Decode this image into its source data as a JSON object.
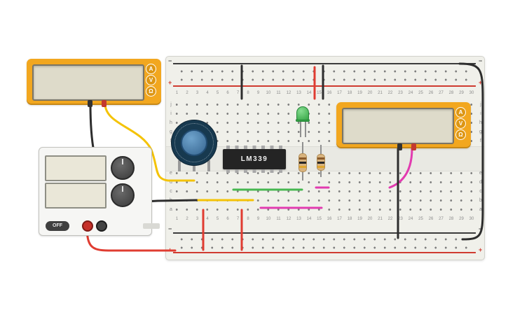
{
  "canvas": {
    "bg": "#ffffff"
  },
  "breadboard": {
    "columns": [
      "1",
      "2",
      "3",
      "4",
      "5",
      "6",
      "7",
      "8",
      "9",
      "10",
      "11",
      "12",
      "13",
      "14",
      "15",
      "16",
      "17",
      "18",
      "19",
      "20",
      "21",
      "22",
      "23",
      "24",
      "25",
      "26",
      "27",
      "28",
      "29",
      "30"
    ],
    "rows_top": [
      "j",
      "i",
      "h",
      "g",
      "f"
    ],
    "rows_bottom": [
      "e",
      "d",
      "c",
      "b",
      "a"
    ],
    "minus": "−",
    "plus": "+",
    "rail_minus_color": "#3c3c3c",
    "rail_plus_color": "#cf3b30"
  },
  "multimeter1": {
    "buttons": [
      "A",
      "V",
      "Ω"
    ],
    "display_value": ""
  },
  "multimeter2": {
    "buttons": [
      "A",
      "V",
      "Ω"
    ],
    "display_value": ""
  },
  "power_supply": {
    "off_label": "OFF",
    "display1_value": "",
    "display2_value": ""
  },
  "ic": {
    "label": "LM339"
  },
  "led": {
    "color": "#35a545"
  },
  "resistors": {
    "body_color": "#d8b37e",
    "bands": [
      "#8a5a2b",
      "#262626",
      "#e0a62e"
    ]
  },
  "wires": {
    "yellow": "#f4c307",
    "black": "#2d2d2d",
    "red": "#e03c31",
    "green": "#46b750",
    "magenta": "#e23bb0"
  }
}
